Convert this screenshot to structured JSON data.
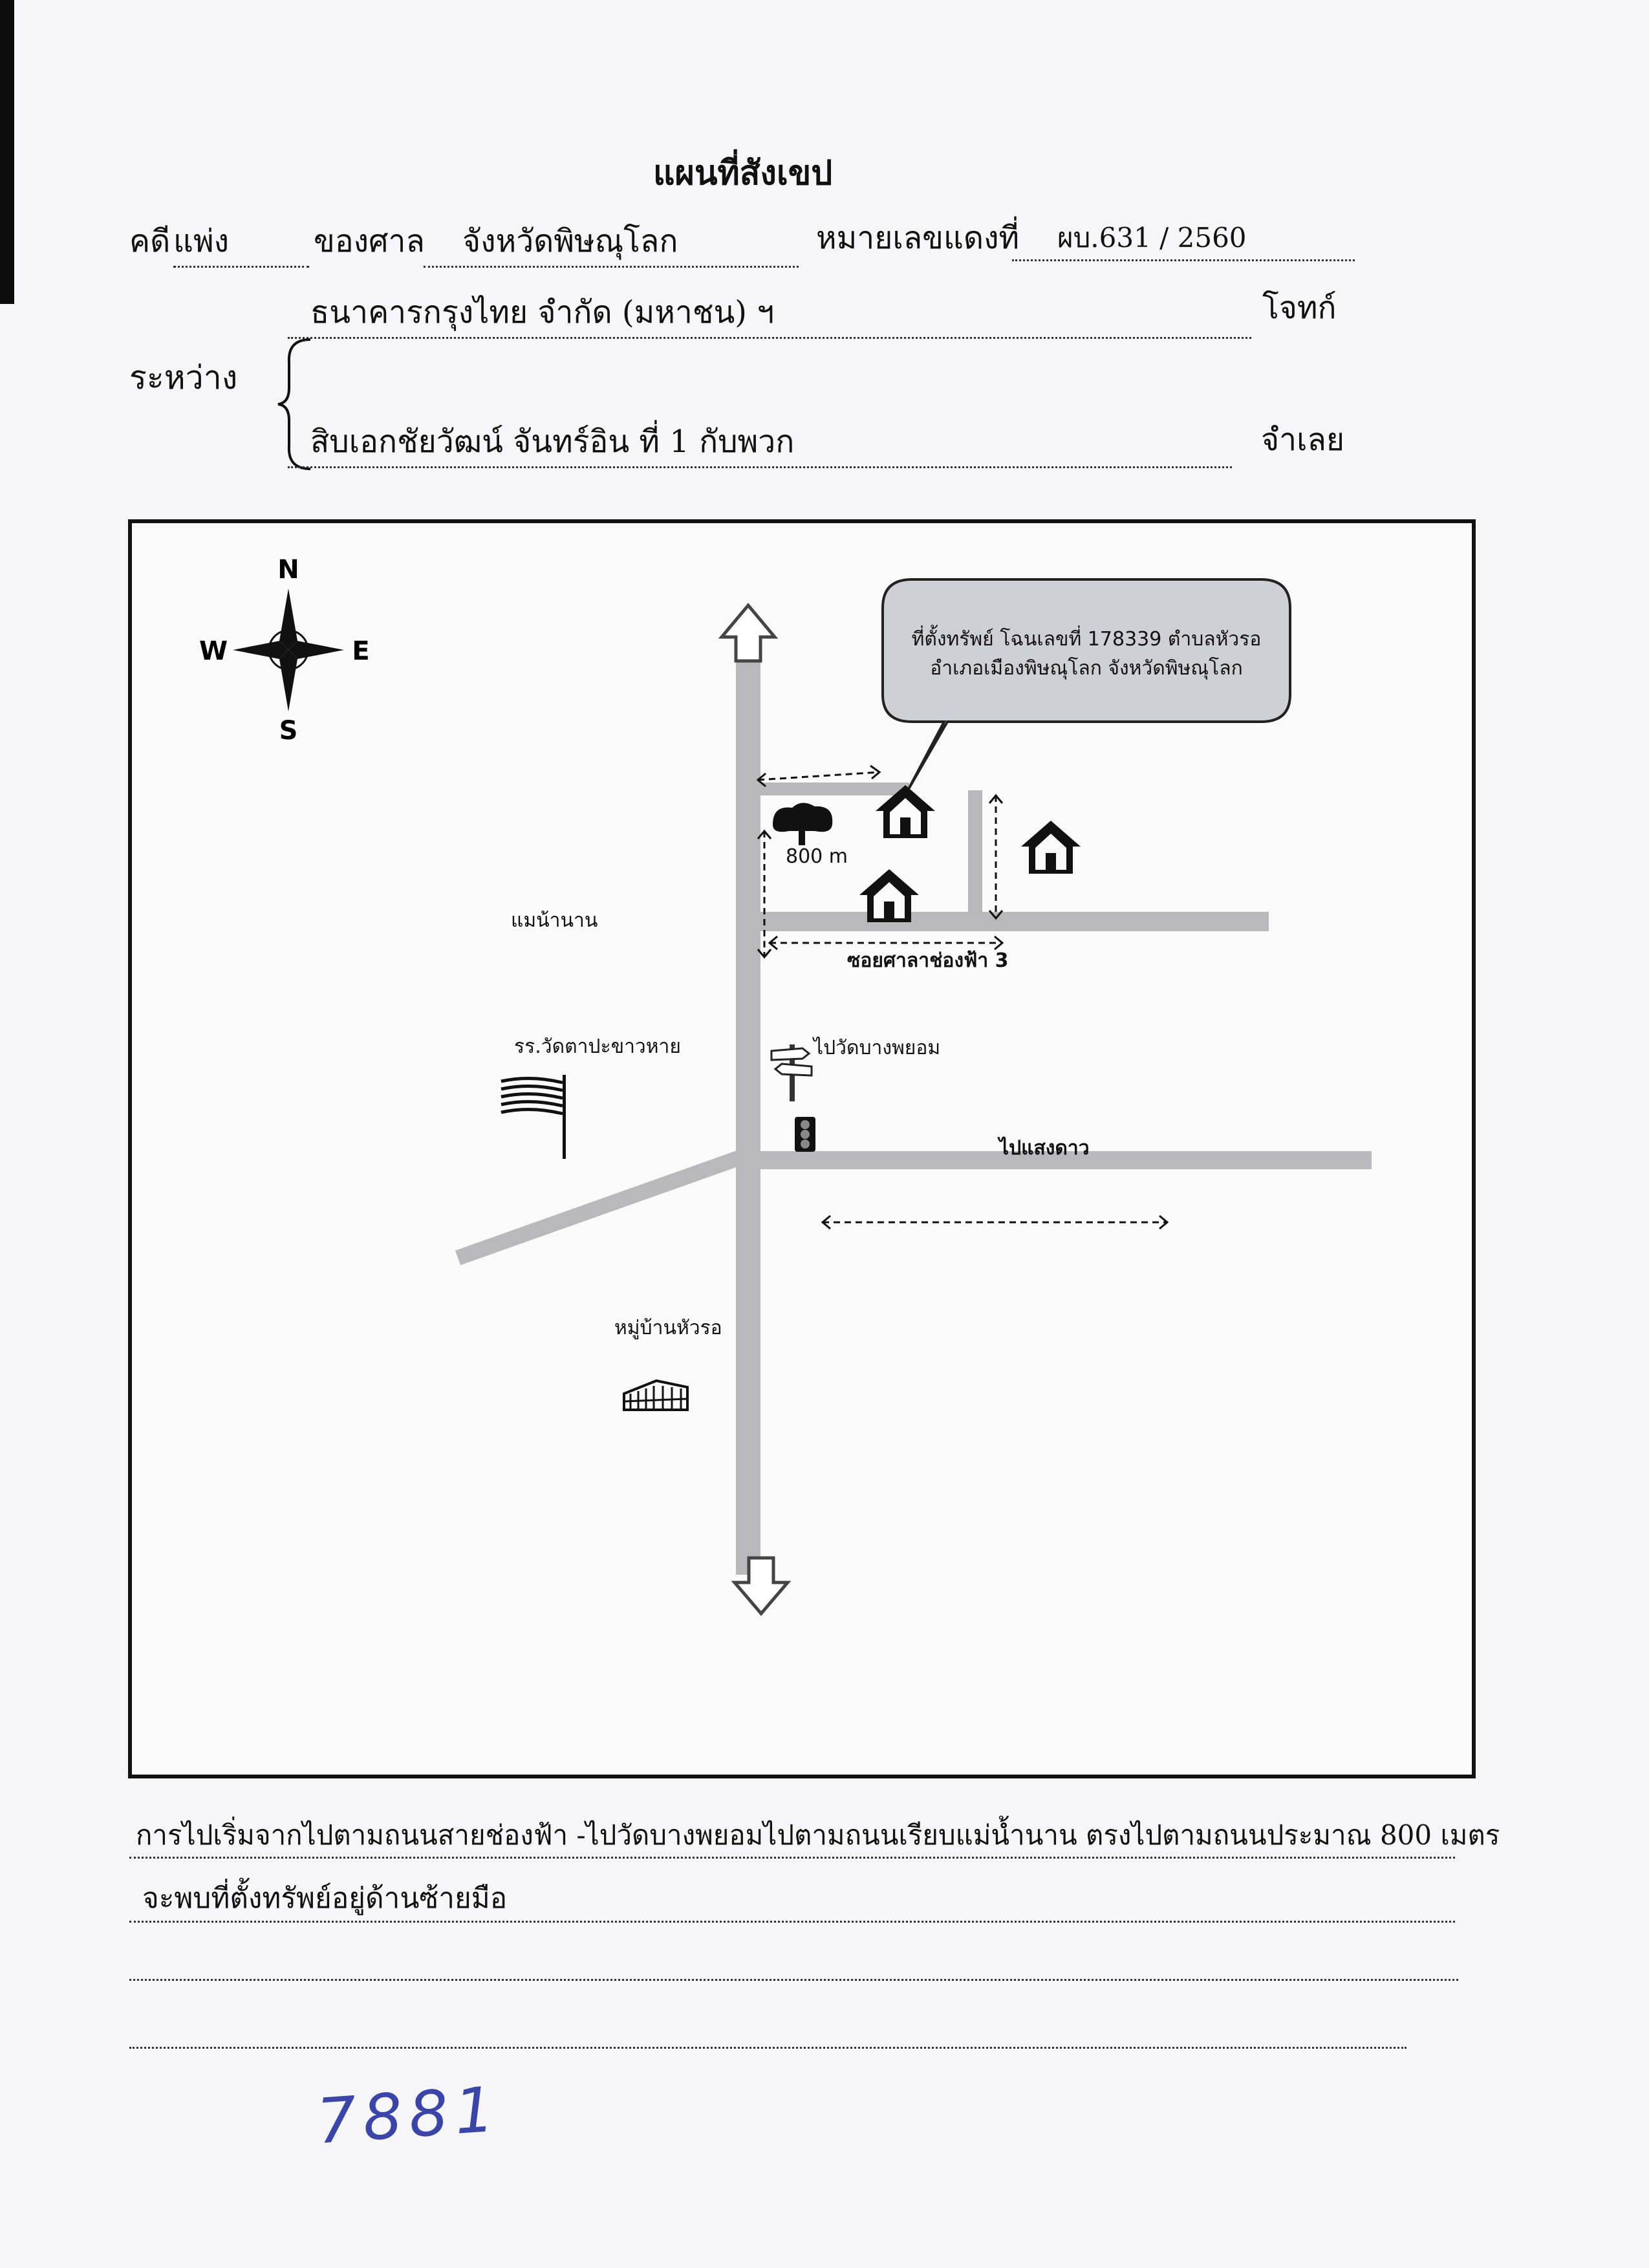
{
  "title": "แผนที่สังเขป",
  "case": {
    "case_label": "คดี",
    "case_type": "แพ่ง",
    "court_label": "ของศาล",
    "court_value": "จังหวัดพิษณุโลก",
    "red_no_label": "หมายเลขแดงที่",
    "red_no_value": "ผบ.631   / 2560",
    "between_label": "ระหว่าง",
    "plaintiff_name": "ธนาคารกรุงไทย จำกัด  (มหาชน) ฯ",
    "plaintiff_role": "โจทก์",
    "defendant_name": "สิบเอกชัยวัฒน์  จันทร์อิน   ที่   1   กับพวก",
    "defendant_role": "จำเลย"
  },
  "map": {
    "compass": {
      "n": "N",
      "s": "S",
      "e": "E",
      "w": "W"
    },
    "callout_line1": "ที่ตั้งทรัพย์ โฉนเลขที่  178339  ตำบลหัวรอ",
    "callout_line2": "อำเภอเมืองพิษณุโลก   จังหวัดพิษณุโลก",
    "distance_label": "800 m",
    "river_label": "แมน้านาน",
    "soi_label": "ซอยศาลาช่องฟ้า 3",
    "school_label": "รร.วัดตาปะขาวหาย",
    "wat_label": "ไปวัดบางพยอม",
    "sangdao_label": "ไปแสงดาว",
    "village_label": "หมู่บ้านหัวรอ"
  },
  "directions": {
    "line1": "การไปเริ่มจากไปตามถนนสายช่องฟ้า -ไปวัดบางพยอมไปตามถนนเรียบแม่น้ำนาน ตรงไปตามถนนประมาณ 800 เมตร",
    "line2": "จะพบที่ตั้งทรัพย์อยู่ด้านซ้ายมือ"
  },
  "handwritten": "7881",
  "colors": {
    "road": "#b9b9bc",
    "callout_fill": "#cfd0d6",
    "ink": "#111111",
    "pen": "#3b45a8"
  }
}
